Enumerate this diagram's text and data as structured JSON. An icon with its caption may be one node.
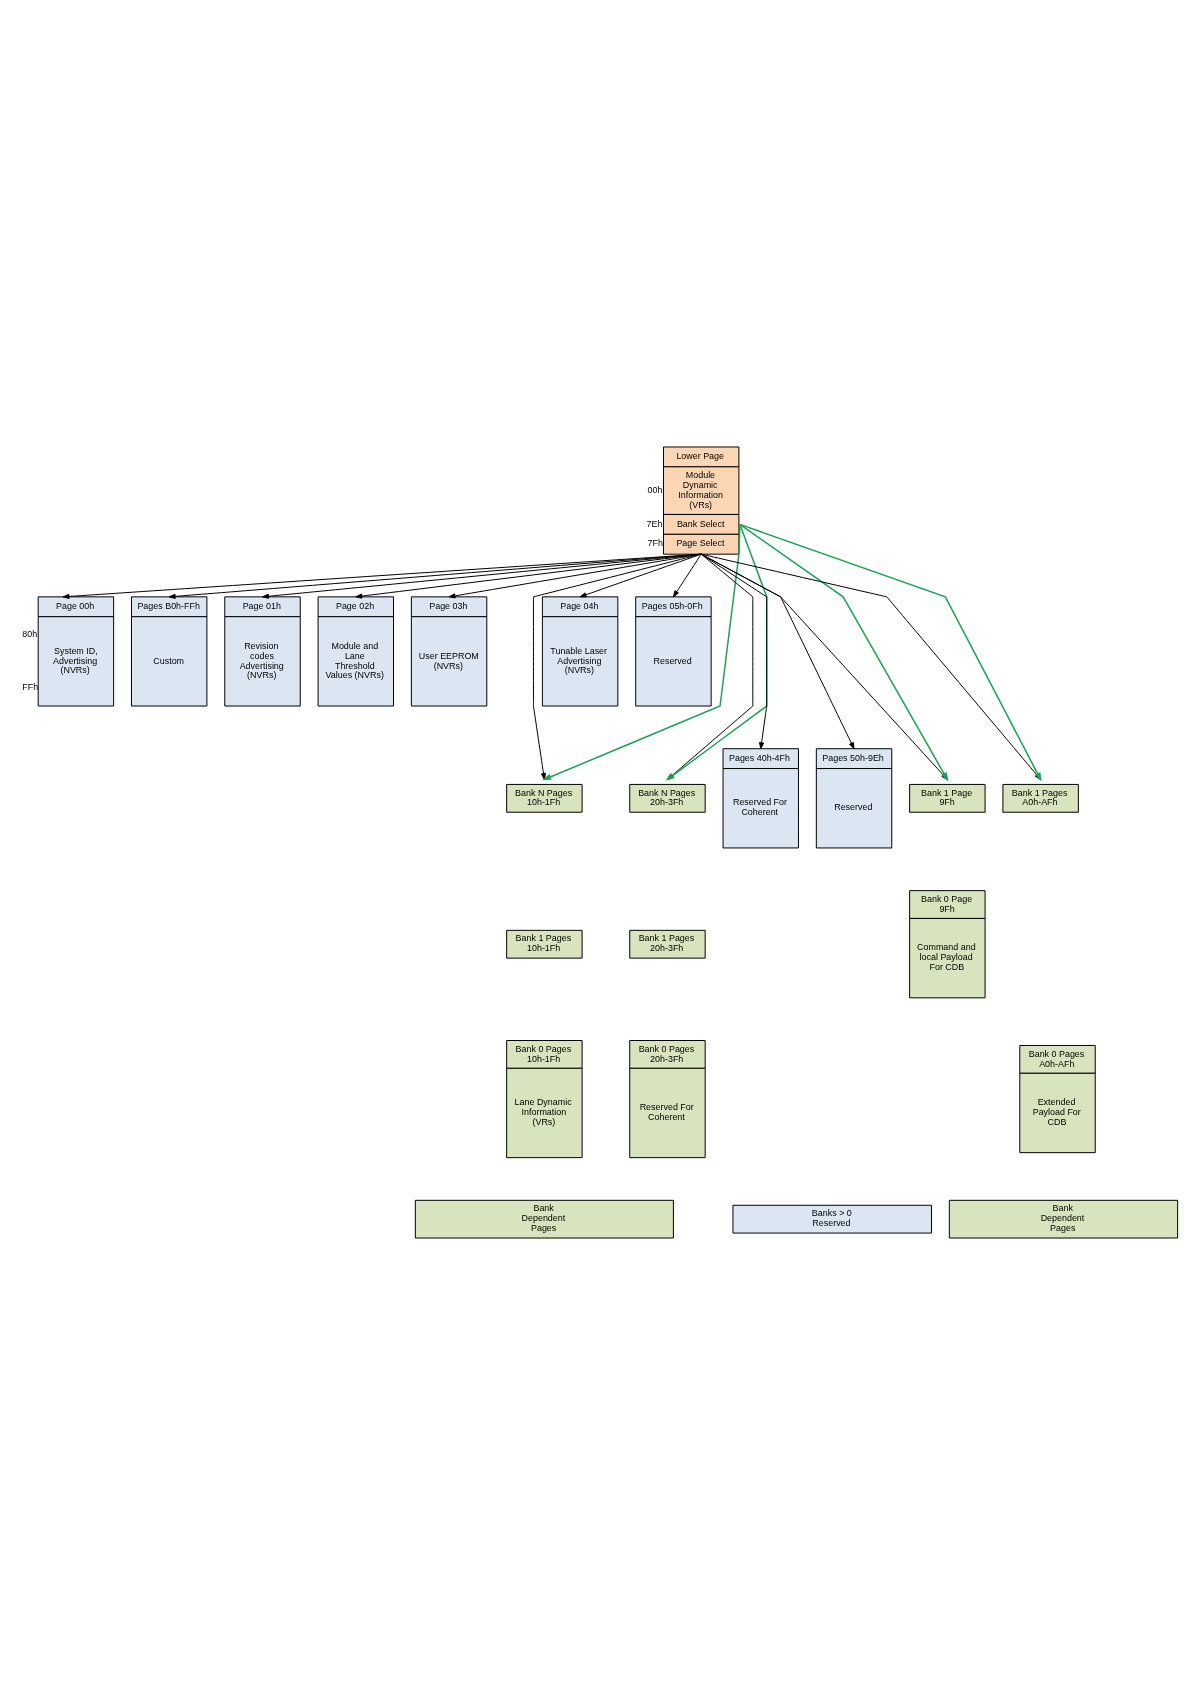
{
  "diagram": {
    "nodes": [
      {
        "text": [
          "Lower Page",
          "Module Dynamic Information (VRs)",
          "Bank Select",
          "Page Select"
        ],
        "beside": [
          "00h",
          "7Eh",
          "7Fh"
        ]
      },
      {
        "text": [
          "Page 00h",
          "System ID, Advertising (NVRs)"
        ],
        "beside": [
          "80h",
          "FFh"
        ]
      },
      {
        "text": [
          "Page 01h",
          "Revision codes Advertising (NVRs)"
        ]
      },
      {
        "text": [
          "Page 02h",
          "Module and Lane Threshold Values (NVRs)"
        ]
      },
      {
        "text": [
          "Page 03h",
          "User EEPROM (NVRs)"
        ]
      },
      {
        "text": [
          "Page 04h",
          "Tunable Laser Advertising (NVRs)"
        ]
      },
      {
        "text": [
          "Pages 05h-0Fh",
          "Reserved"
        ]
      },
      {
        "text": [
          "Pages B0h-FFh",
          "Custom"
        ]
      },
      {
        "text": [
          "Bank N Pages 10h-1Fh"
        ]
      },
      {
        "text": [
          "Bank 1 Pages 10h-1Fh"
        ]
      },
      {
        "text": [
          "Bank 0 Pages 10h-1Fh",
          "Lane Dynamic Information (VRs)"
        ]
      },
      {
        "text": [
          "Bank N Pages 20h-3Fh"
        ]
      },
      {
        "text": [
          "Bank 1 Pages 20h-3Fh"
        ]
      },
      {
        "text": [
          "Bank 0 Pages 20h-3Fh",
          "Reserved For Coherent"
        ]
      },
      {
        "text": [
          "Pages 40h-4Fh",
          "Reserved For Coherent"
        ]
      },
      {
        "text": [
          "Pages 50h-9Eh",
          "Reserved"
        ]
      },
      {
        "text": [
          "Bank 1 Page 9Fh"
        ]
      },
      {
        "text": [
          "Bank 0 Page 9Fh",
          "Command and local Payload For CDB"
        ]
      },
      {
        "text": [
          "Bank 1 Pages A0h-AFh"
        ]
      },
      {
        "text": [
          "Bank 0 Pages A0h-AFh",
          "Extended Payload For CDB"
        ]
      },
      {
        "text": [
          "Bank Dependent Pages"
        ]
      },
      {
        "text": [
          "Banks > 0 Reserved"
        ]
      },
      {
        "text": [
          "Bank Dependent Pages"
        ]
      }
    ],
    "edges": [
      {
        "from": 0,
        "to": 1,
        "arrow": "to"
      },
      {
        "from": 0,
        "to": 2,
        "arrow": "to"
      },
      {
        "from": 0,
        "to": 3,
        "arrow": "to"
      },
      {
        "from": 0,
        "to": 4,
        "arrow": "to"
      },
      {
        "from": 0,
        "to": 5,
        "arrow": "to"
      },
      {
        "from": 0,
        "to": 6,
        "arrow": "to"
      },
      {
        "from": 0,
        "to": 7,
        "arrow": "to"
      },
      {
        "from": 0,
        "to": 8,
        "arrow": "to"
      },
      {
        "from": 0,
        "to": 11,
        "arrow": "to"
      },
      {
        "from": 0,
        "to": 14,
        "arrow": "to"
      },
      {
        "from": 0,
        "to": 15,
        "arrow": "to"
      },
      {
        "from": 0,
        "to": 16,
        "arrow": "to"
      },
      {
        "from": 0,
        "to": 18,
        "arrow": "to"
      },
      {
        "from": 0,
        "to": 8,
        "arrow": "to",
        "color": "#1aa355"
      },
      {
        "from": 0,
        "to": 11,
        "arrow": "to",
        "color": "#1aa355"
      },
      {
        "from": 0,
        "to": 16,
        "arrow": "to",
        "color": "#1aa355"
      },
      {
        "from": 0,
        "to": 18,
        "arrow": "to",
        "color": "#1aa355"
      }
    ]
  }
}
